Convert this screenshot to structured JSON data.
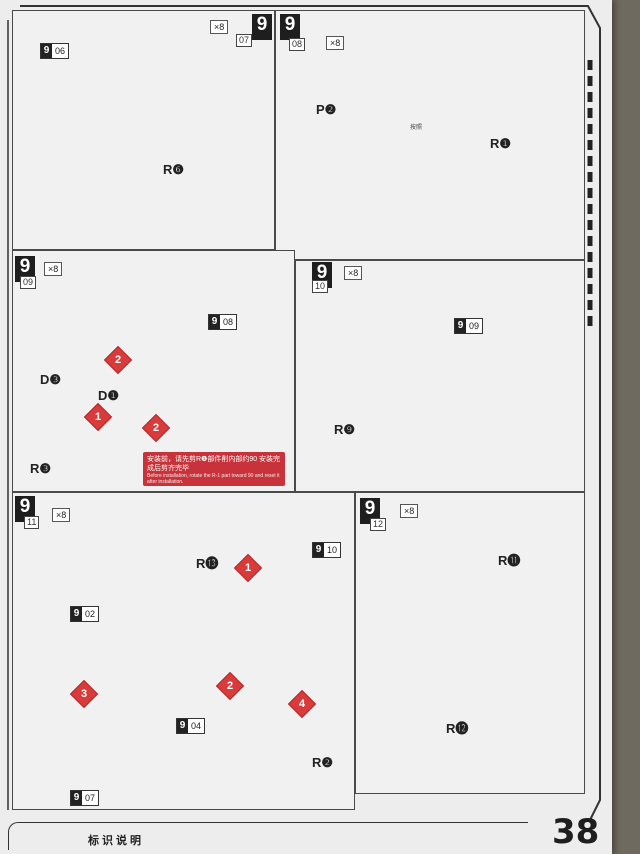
{
  "page": {
    "number": "38",
    "footer_title": "标识说明"
  },
  "steps": [
    {
      "step": "9",
      "sub": "07",
      "qty": "×8",
      "parts": [
        "R❻"
      ],
      "refs": [
        {
          "g": "9",
          "n": "06"
        }
      ]
    },
    {
      "step": "9",
      "sub": "08",
      "qty": "×8",
      "parts": [
        "P❷",
        "R❶"
      ],
      "note": "按照"
    },
    {
      "step": "9",
      "sub": "09",
      "qty": "×8",
      "parts": [
        "D❸",
        "D❶",
        "R❸"
      ],
      "refs": [
        {
          "g": "9",
          "n": "08"
        }
      ],
      "order": [
        "2",
        "1",
        "2"
      ],
      "warning_cn": "安装前，请先剪R❶部件削内部约90 安装完成后剪齐完毕",
      "warning_en": "Before installation, rotate the R-1 part toward 90 and reset it after installation."
    },
    {
      "step": "9",
      "sub": "10",
      "qty": "×8",
      "parts": [
        "R❾"
      ],
      "refs": [
        {
          "g": "9",
          "n": "09"
        }
      ]
    },
    {
      "step": "9",
      "sub": "11",
      "qty": "×8",
      "parts": [
        "R⓭",
        "R❷"
      ],
      "refs": [
        {
          "g": "9",
          "n": "10"
        },
        {
          "g": "9",
          "n": "02"
        },
        {
          "g": "9",
          "n": "04"
        },
        {
          "g": "9",
          "n": "07"
        }
      ],
      "order": [
        "1",
        "2",
        "3",
        "4"
      ]
    },
    {
      "step": "9",
      "sub": "12",
      "qty": "×8",
      "parts": [
        "R⓫",
        "R⓬"
      ]
    }
  ],
  "colors": {
    "paper": "#eeeded",
    "ink": "#222222",
    "accent_red": "#c8323a",
    "pin_orange": "#c96b4b",
    "joint_green": "#8fbf5a"
  }
}
